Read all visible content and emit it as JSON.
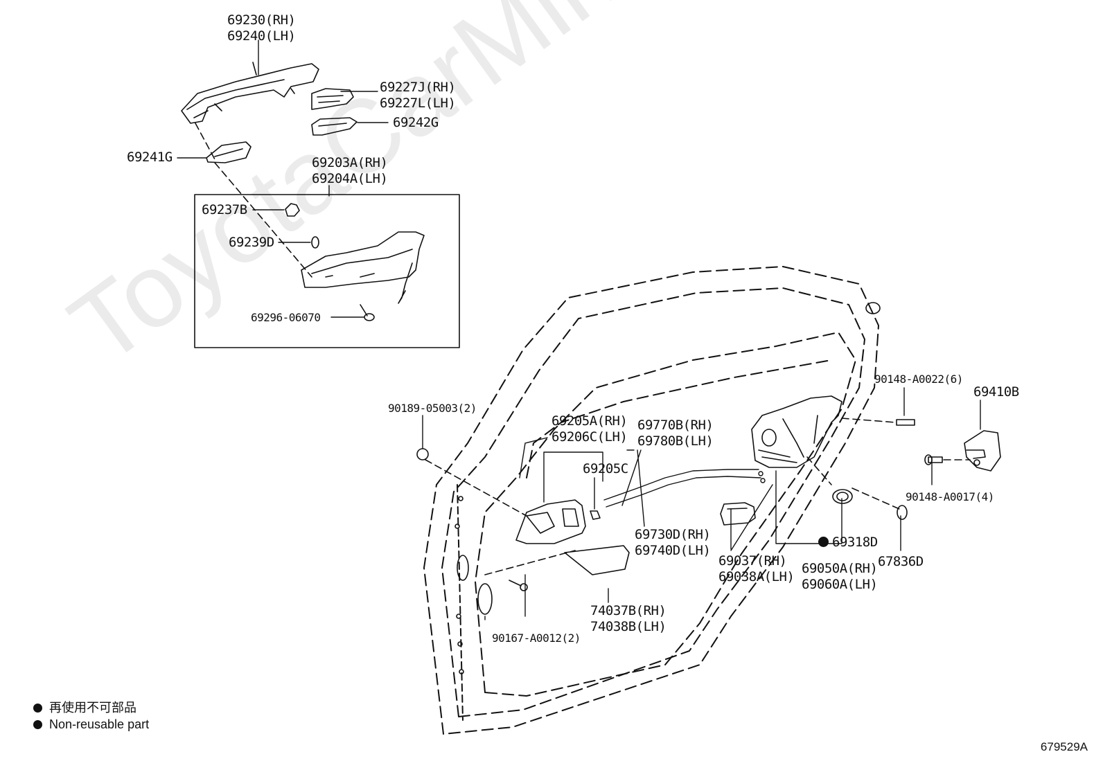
{
  "watermark": "ToyotaCarMine.ru",
  "diagram_id": "679529A",
  "legend": {
    "line1": "再使用不可部品",
    "line2": "Non-reusable part"
  },
  "parts": {
    "p69230": {
      "line1": "69230(RH)",
      "line2": "69240(LH)"
    },
    "p69227": {
      "line1": "69227J(RH)",
      "line2": "69227L(LH)"
    },
    "p69242": {
      "line1": "69242G"
    },
    "p69241": {
      "line1": "69241G"
    },
    "p69203": {
      "line1": "69203A(RH)",
      "line2": "69204A(LH)"
    },
    "p69237": {
      "line1": "69237B"
    },
    "p69239": {
      "line1": "69239D"
    },
    "p69296": {
      "line1": "69296-06070"
    },
    "p90189": {
      "line1": "90189-05003(2)"
    },
    "p69205a": {
      "line1": "69205A(RH)",
      "line2": "69206C(LH)"
    },
    "p69205c": {
      "line1": "69205C"
    },
    "p69770": {
      "line1": "69770B(RH)",
      "line2": "69780B(LH)"
    },
    "p69730": {
      "line1": "69730D(RH)",
      "line2": "69740D(LH)"
    },
    "p74037": {
      "line1": "74037B(RH)",
      "line2": "74038B(LH)"
    },
    "p90167": {
      "line1": "90167-A0012(2)"
    },
    "p69037": {
      "line1": "69037(RH)",
      "line2": "69038A(LH)"
    },
    "p69318": {
      "line1": "69318D"
    },
    "p69050": {
      "line1": "69050A(RH)",
      "line2": "69060A(LH)"
    },
    "p67836": {
      "line1": "67836D"
    },
    "p90148a": {
      "line1": "90148-A0022(6)"
    },
    "p69410": {
      "line1": "69410B"
    },
    "p90148b": {
      "line1": "90148-A0017(4)"
    }
  }
}
